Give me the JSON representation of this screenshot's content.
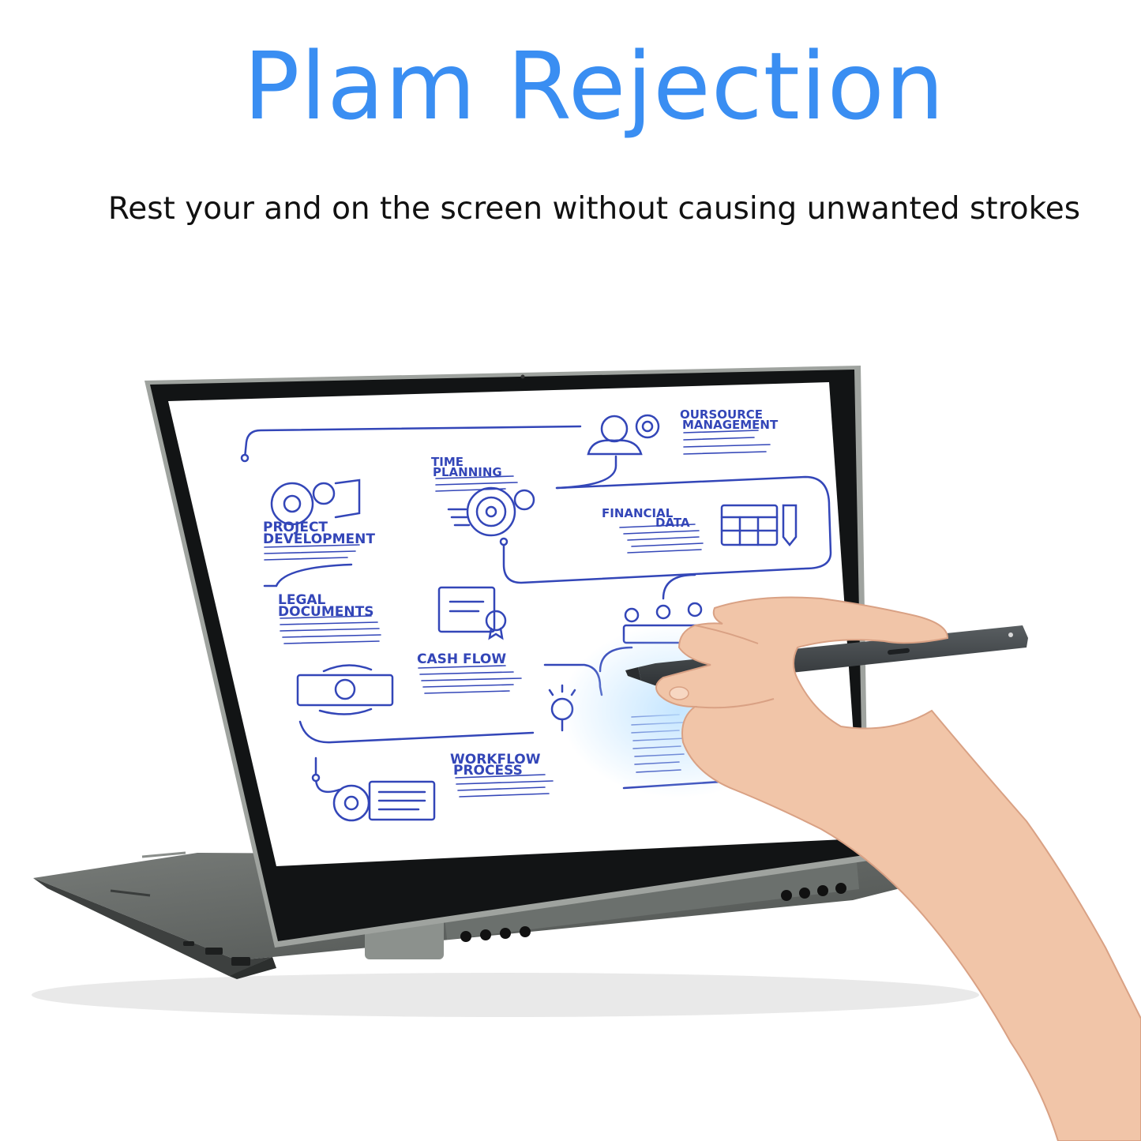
{
  "headline": "Plam Rejection",
  "tagline": "Rest your and on the screen without causing unwanted strokes",
  "colors": {
    "headline": "#3a8ef2",
    "tagline": "#111111",
    "diagram_ink": "#3346b8",
    "laptop_body": "#5f6360",
    "stylus": "#3b3f42",
    "skin": "#f1c5a8"
  },
  "screen_diagram": {
    "outsource": {
      "title_line1": "OURSOURCE",
      "title_line2": "MANAGEMENT"
    },
    "time": {
      "title_line1": "TIME",
      "title_line2": "PLANNING"
    },
    "project": {
      "title_line1": "PROJECT",
      "title_line2": "DEVELOPMENT"
    },
    "financial": {
      "title_line1": "FINANCIAL",
      "title_line2": "DATA"
    },
    "legal": {
      "title_line1": "LEGAL",
      "title_line2": "DOCUMENTS"
    },
    "cash": {
      "title": "CASH FLOW"
    },
    "workflow": {
      "title_line1": "WORKFLOW",
      "title_line2": "PROCESS"
    }
  }
}
